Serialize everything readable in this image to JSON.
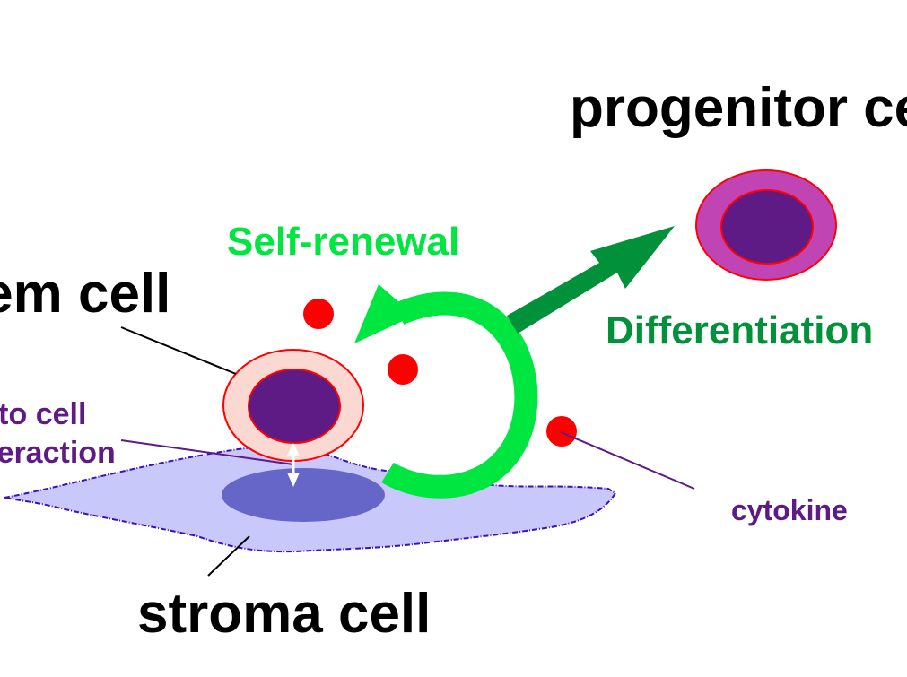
{
  "diagram": {
    "title": "Stem cell niche: self-renewal and differentiation",
    "labels": {
      "progenitor": "progenitor cell",
      "stem": "stem cell",
      "self_renewal": "Self-renewal",
      "differentiation": "Differentiation",
      "interaction_line1": "cell to cell",
      "interaction_line2": "interaction",
      "cytokine": "cytokine",
      "stroma": "stroma cell"
    },
    "colors": {
      "background": "#ffffff",
      "label_black": "#000000",
      "label_purple": "#5e1a85",
      "self_renewal_green": "#00e640",
      "differentiation_green": "#00913a",
      "stem_cytoplasm": "#fcd8d2",
      "cell_outline": "#ff0000",
      "nucleus": "#5e1a85",
      "progenitor_cytoplasm": "#c044b4",
      "stroma_body": "#c8c8fa",
      "stroma_outline": "#3a10c0",
      "stroma_nucleus": "#6666c8",
      "cytokine": "#ff0000",
      "interaction_arrow": "#ffffff"
    },
    "elements": {
      "cytokine_count": 3,
      "arrows": [
        "self-renewal-circular-arrow",
        "differentiation-arrow",
        "interaction-double-arrow"
      ]
    }
  }
}
